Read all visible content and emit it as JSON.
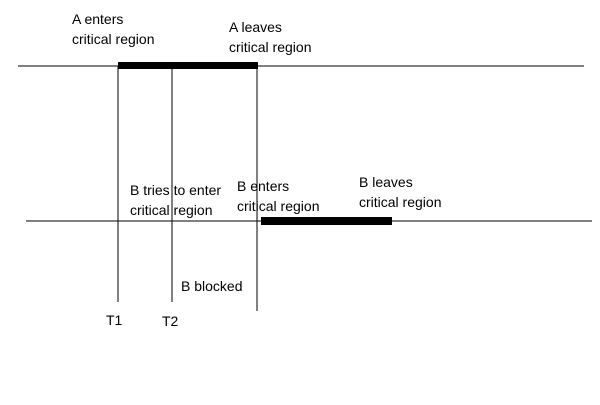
{
  "diagram": {
    "a_enters": {
      "line1": "A enters",
      "line2": "critical region"
    },
    "a_leaves": {
      "line1": "A leaves",
      "line2": "critical region"
    },
    "b_tries": {
      "line1": "B tries to enter",
      "line2": "critical region"
    },
    "b_enters": {
      "line1": "B enters",
      "line2": "critical region"
    },
    "b_leaves": {
      "line1": "B leaves",
      "line2": "critical region"
    },
    "b_blocked": "B blocked",
    "t1": "T1",
    "t2": "T2"
  },
  "colors": {
    "line": "#000000",
    "background": "#ffffff"
  }
}
